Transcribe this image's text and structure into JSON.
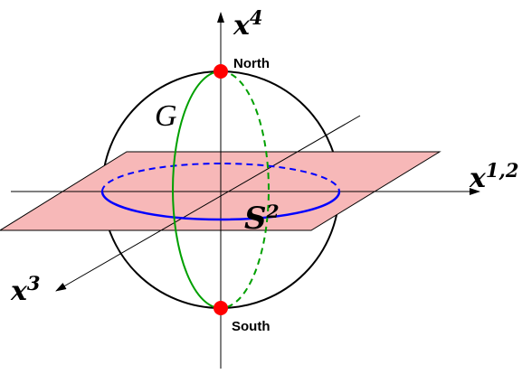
{
  "labels": {
    "x4_base": "x",
    "x4_sup": "4",
    "x12_base": "x",
    "x12_sup": "1,2",
    "x3_base": "x",
    "x3_sup": "3",
    "north": "North",
    "south": "South",
    "geodesic": "G",
    "sphere_base": "S",
    "sphere_sup": "2"
  },
  "colors": {
    "plane_fill": "#f7b8b8",
    "equator": "#0000ff",
    "meridian": "#00a000",
    "pole": "#ff0000",
    "outline": "#000000"
  }
}
